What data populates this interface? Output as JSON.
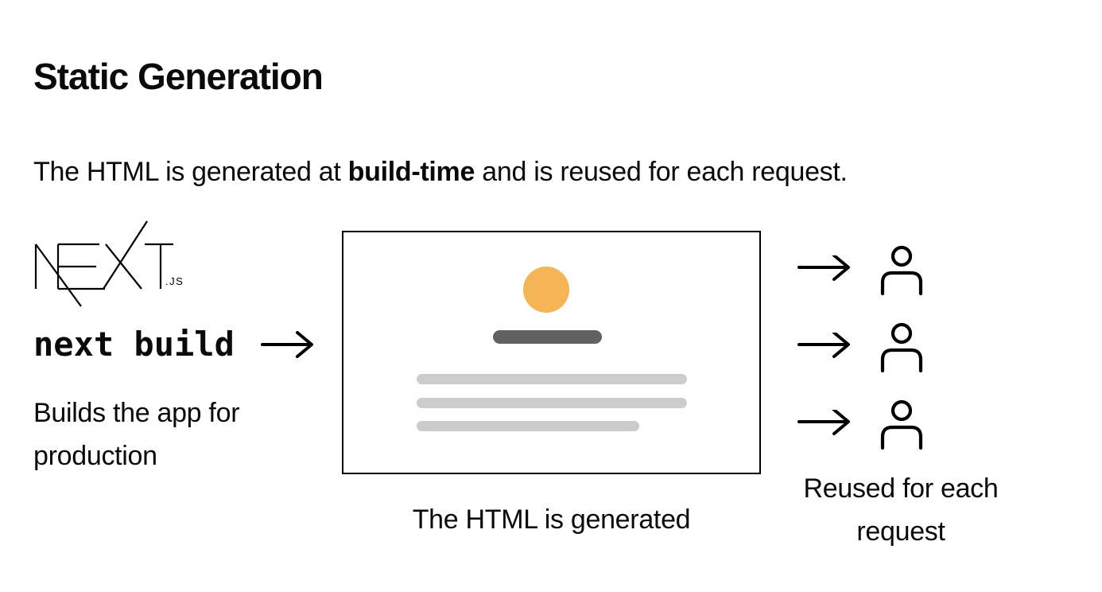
{
  "header": {
    "title": "Static Generation"
  },
  "intro": {
    "prefix": "The HTML is generated at ",
    "emphasis": "build-time",
    "suffix": " and is reused for each request."
  },
  "build_step": {
    "logo_label": "NEXT.JS",
    "logo_suffix": ".JS",
    "command": "next build",
    "caption": "Builds the app for production"
  },
  "generated_page": {
    "caption": "The HTML is generated"
  },
  "requests": {
    "caption": "Reused for each request",
    "count": 3
  },
  "colors": {
    "accent_orange": "#f5b455",
    "dark_bar": "#616161",
    "light_bar": "#cccccc"
  }
}
